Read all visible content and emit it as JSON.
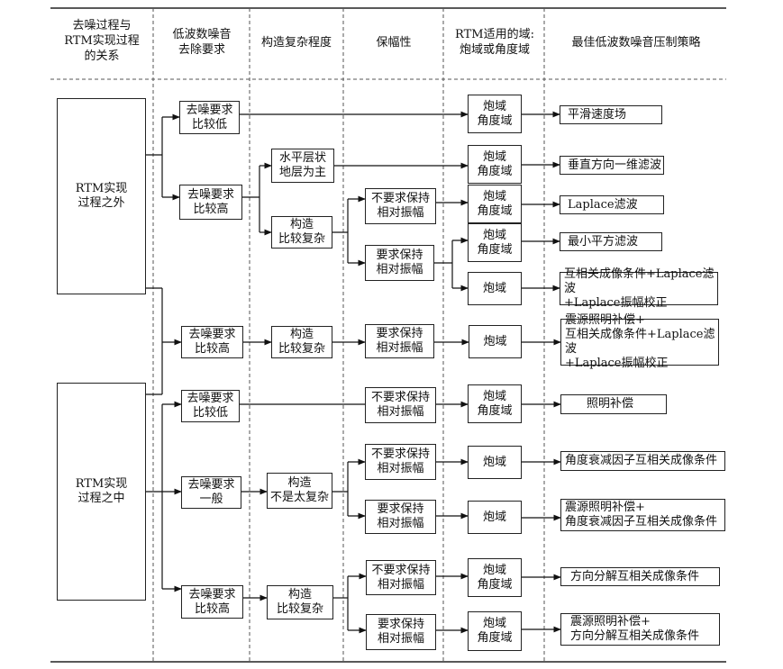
{
  "headers": [
    "去噪过程与\nRTM实现过程\n的关系",
    "低波数噪音\n去除要求",
    "构造复杂程度",
    "保幅性",
    "RTM适用的域:\n炮域或角度域",
    "最佳低波数噪音压制策略"
  ],
  "relation": [
    "RTM实现\n过程之外",
    "RTM实现\n过程之中"
  ],
  "requirement": [
    "去噪要求\n比较低",
    "去噪要求\n比较高",
    "去噪要求\n比较高",
    "去噪要求\n比较低",
    "去噪要求\n一般",
    "去噪要求\n比较高"
  ],
  "structure": [
    "水平层状\n地层为主",
    "构造\n比较复杂",
    "构造\n比较复杂",
    "构造\n不是太复杂",
    "构造\n比较复杂"
  ],
  "amplitude": [
    "不要求保持\n相对振幅",
    "要求保持\n相对振幅",
    "要求保持\n相对振幅",
    "不要求保持\n相对振幅",
    "不要求保持\n相对振幅",
    "要求保持\n相对振幅",
    "不要求保持\n相对振幅",
    "要求保持\n相对振幅"
  ],
  "domain": [
    "炮域\n角度域",
    "炮域\n角度域",
    "炮域\n角度域",
    "炮域\n角度域",
    "炮域",
    "炮域",
    "炮域\n角度域",
    "炮域",
    "炮域",
    "炮域\n角度域",
    "炮域\n角度域"
  ],
  "strategy": [
    "平滑速度场",
    "垂直方向一维滤波",
    "Laplace滤波",
    "最小平方滤波",
    "互相关成像条件+Laplace滤波\n+Laplace振幅校正",
    "震源照明补偿+\n互相关成像条件+Laplace滤波\n+Laplace振幅校正",
    "照明补偿",
    "角度衰减因子互相关成像条件",
    "震源照明补偿+\n角度衰减因子互相关成像条件",
    "方向分解互相关成像条件",
    "震源照明补偿+\n方向分解互相关成像条件"
  ]
}
